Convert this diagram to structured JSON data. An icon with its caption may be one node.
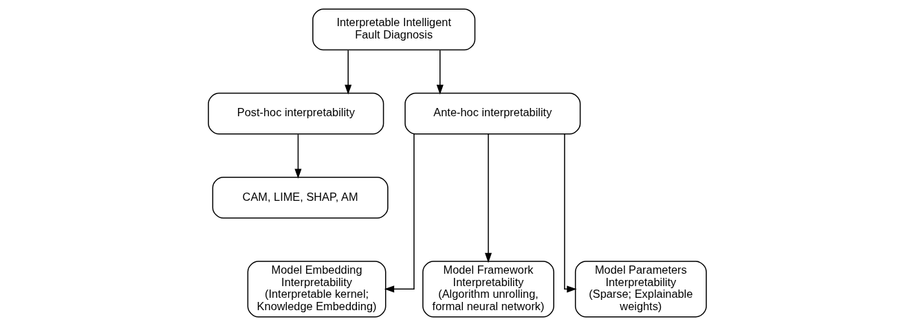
{
  "diagram": {
    "nodes": [
      {
        "text": [
          "Interpretable Intelligent Fault Diagnosis"
        ]
      },
      {
        "text": [
          "Post-hoc interpretability"
        ]
      },
      {
        "text": [
          "Ante-hoc interpretability"
        ]
      },
      {
        "text": [
          "CAM, LIME, SHAP, AM"
        ]
      },
      {
        "text": [
          "Model Embedding Interpretability",
          "(Interpretable kernel; Knowledge Embedding)"
        ]
      },
      {
        "text": [
          "Model Framework Interpretability",
          "(Algorithm unrolling, formal neural network)"
        ]
      },
      {
        "text": [
          "Model Parameters Interpretability",
          "(Sparse; Explainable weights)"
        ]
      }
    ],
    "edges": [
      {
        "from": 0,
        "to": 1,
        "arrow": "to"
      },
      {
        "from": 0,
        "to": 2,
        "arrow": "to"
      },
      {
        "from": 1,
        "to": 3,
        "arrow": "to"
      },
      {
        "from": 2,
        "to": 4,
        "arrow": "to"
      },
      {
        "from": 2,
        "to": 5,
        "arrow": "to"
      },
      {
        "from": 2,
        "to": 6,
        "arrow": "to"
      }
    ]
  }
}
